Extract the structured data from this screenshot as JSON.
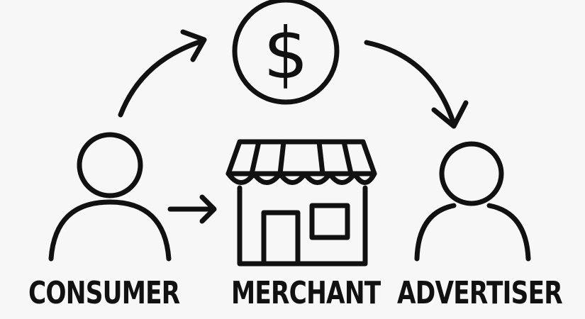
{
  "labels": {
    "consumer": "CONSUMER",
    "merchant": "MERCHANT",
    "advertiser": "ADVERTISER"
  },
  "coin_symbol": "$",
  "icons": [
    "dollar-coin-icon",
    "consumer-person-icon",
    "store-icon",
    "advertiser-person-icon",
    "arrow-icon"
  ],
  "colors": {
    "ink": "#111111",
    "background": "#f7f7f7"
  }
}
